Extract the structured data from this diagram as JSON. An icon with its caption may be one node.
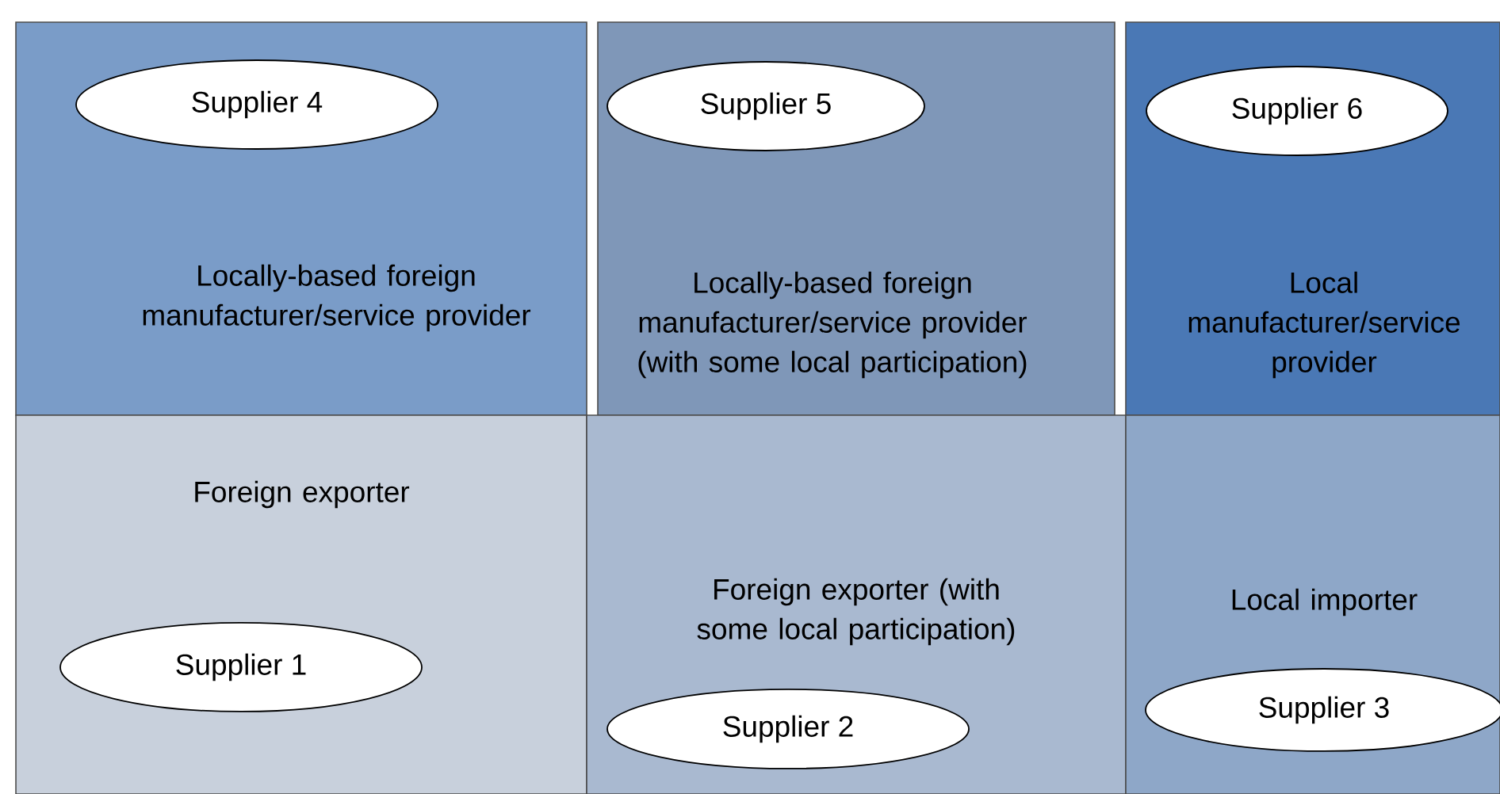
{
  "diagram": {
    "nodes": [
      {
        "text": [
          "Locally-based foreign manufacturer/service provider"
        ]
      },
      {
        "text": [
          "Supplier 4"
        ],
        "in": 0
      },
      {
        "text": [
          "Locally-based foreign manufacturer/service provider (with some local participation)"
        ]
      },
      {
        "text": [
          "Supplier 5"
        ],
        "in": 2
      },
      {
        "text": [
          "Local manufacturer/service provider"
        ]
      },
      {
        "text": [
          "Supplier 6"
        ],
        "in": 4
      },
      {
        "text": [
          "Foreign exporter"
        ]
      },
      {
        "text": [
          "Supplier 1"
        ],
        "in": 6
      },
      {
        "text": [
          "Foreign exporter (with some local participation)"
        ]
      },
      {
        "text": [
          "Supplier 2"
        ],
        "in": 8
      },
      {
        "text": [
          "Local importer"
        ]
      },
      {
        "text": [
          "Supplier 3"
        ],
        "in": 10
      }
    ]
  }
}
